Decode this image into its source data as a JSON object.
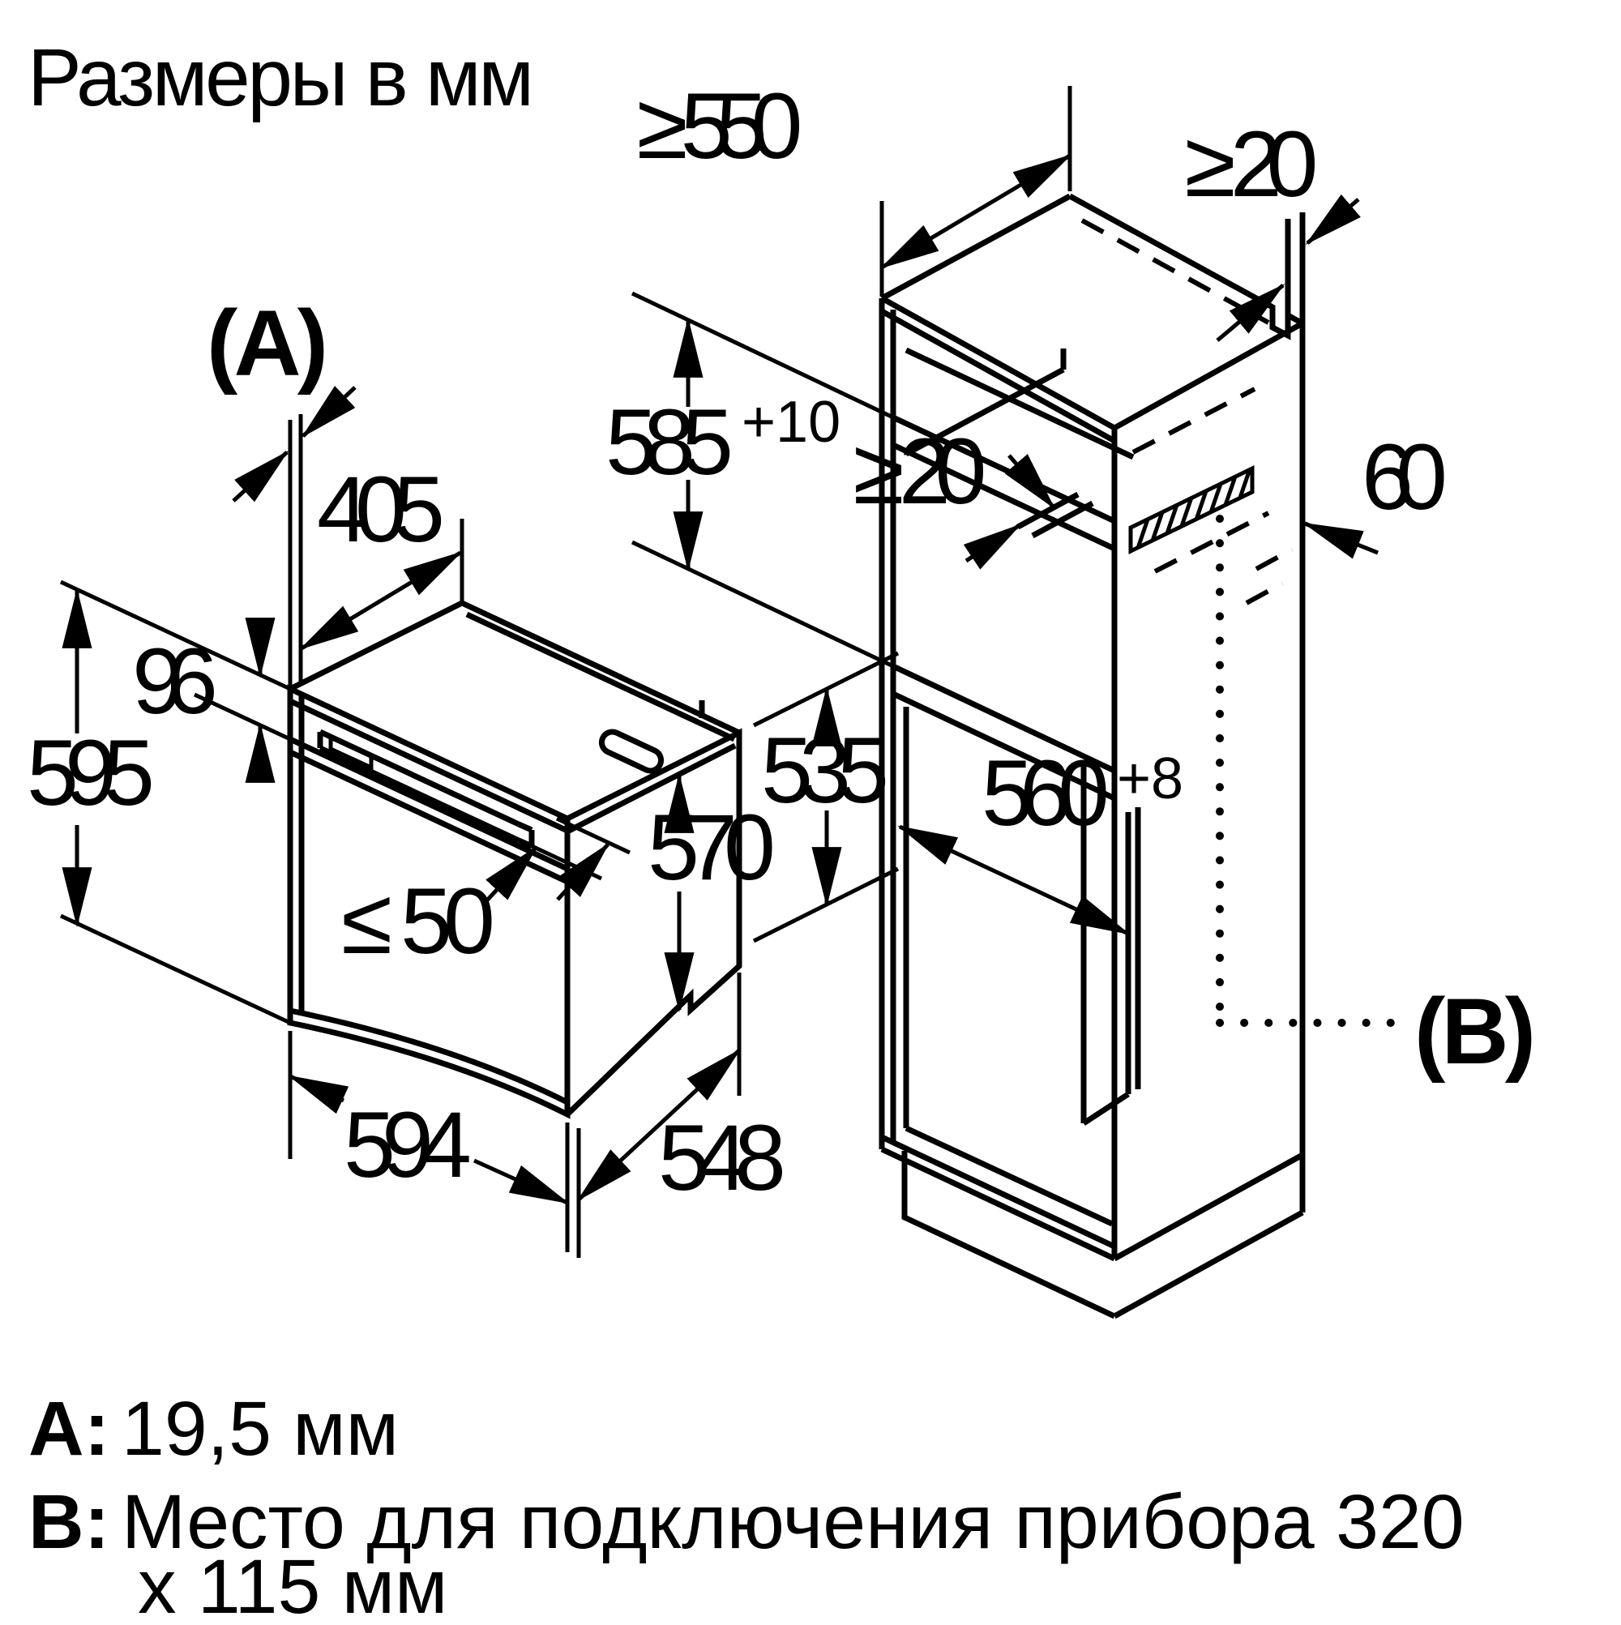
{
  "title": "Размеры в мм",
  "refs": {
    "a_ref": "(A)",
    "b_ref": "(B)"
  },
  "dimensions": {
    "oven": {
      "front_gap": "(A)",
      "top_depth": "405",
      "panel_height": "96",
      "height": "595",
      "door_protrusion": "≤ 50",
      "side_height": "570",
      "rear_height": "535",
      "width": "594",
      "depth": "548"
    },
    "cabinet": {
      "top_depth_min": "≥ 550",
      "rear_gap_top": "≥ 20",
      "niche_height": "585",
      "niche_height_tol": "+10",
      "rear_gap_mid": "≥ 20",
      "vent_depth": "60",
      "niche_width": "560",
      "niche_width_tol": "+8"
    }
  },
  "legend": {
    "a_key": "A:",
    "a_value": "19,5 мм",
    "b_key": "B:",
    "b_value": "Место для подключения прибора 320",
    "b_value_2": "x 115 мм"
  }
}
